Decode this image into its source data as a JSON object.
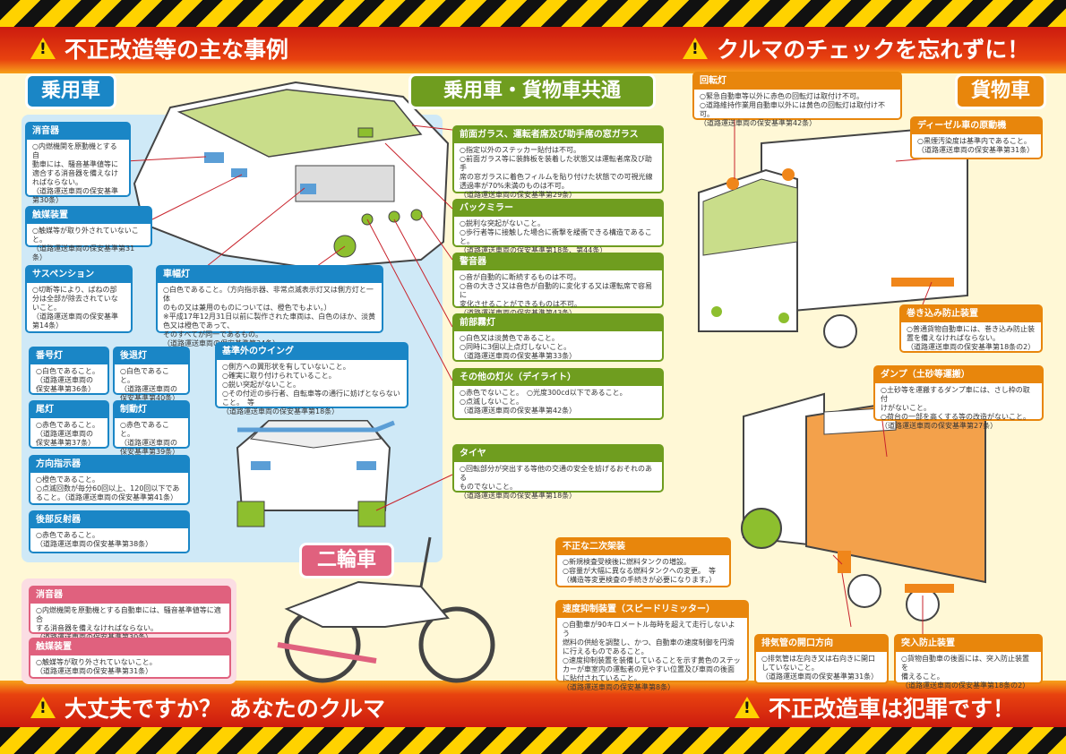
{
  "banners": {
    "top_left": "不正改造等の主な事例",
    "top_right": "クルマのチェックを忘れずに！",
    "bottom_left": "大丈夫ですか？ あなたのクルマ",
    "bottom_right": "不正改造車は犯罪です！",
    "warn_glyph": "!"
  },
  "categories": {
    "passenger": "乗用車",
    "common": "乗用車・貨物車共通",
    "truck": "貨物車",
    "motorcycle": "二輪車"
  },
  "passenger_items": [
    {
      "title": "消音器",
      "body": "○内燃機関を原動機とする自\n動車には、騒音基準値等に\n適合する消音器を備えなけ\nればならない。\n（道路運送車両の保安基準\n第30条）"
    },
    {
      "title": "触媒装置",
      "body": "○触媒等が取り外されていないこと。\n（道路運送車両の保安基準第31条）"
    },
    {
      "title": "サスペンション",
      "body": "○切断等により、ばねの部\n分は全部が除去されていな\nいこと。\n（道路運送車両の保安基準\n第14条）"
    },
    {
      "title": "車幅灯",
      "body": "○白色であること。（方向指示器、非常点滅表示灯又は側方灯と一体\nのもの又は兼用のものについては、橙色でもよい。）\n※平成17年12月31日以前に製作された車両は、白色のほか、淡黄色又は橙色であって、\nそのすべてが同一であるもの。\n（道路運送車両の保安基準第34条）"
    }
  ],
  "rear_items": [
    {
      "title": "番号灯",
      "body": "○白色であること。\n（道路運送車両の\n保安基準第36条）"
    },
    {
      "title": "後退灯",
      "body": "○白色であること。\n（道路運送車両の\n保安基準第40条）"
    },
    {
      "title": "尾灯",
      "body": "○赤色であること。\n（道路運送車両の\n保安基準第37条）"
    },
    {
      "title": "制動灯",
      "body": "○赤色であること。\n（道路運送車両の\n保安基準第39条）"
    },
    {
      "title": "方向指示器",
      "body": "○橙色であること。\n○点滅回数が毎分60回以上、120回以下であること。（道路運送車両の保安基準第41条）"
    },
    {
      "title": "後部反射器",
      "body": "○赤色であること。\n（道路運送車両の保安基準第38条）"
    }
  ],
  "wing": {
    "title": "基準外のウイング",
    "body": "○側方への翼形状を有していないこと。\n○確実に取り付けられていること。\n○鋭い突起がないこと。\n○その付近の歩行者、自転車等の通行に妨げとならないこと。　等\n（道路運送車両の保安基準第18条）"
  },
  "common_items": [
    {
      "title": "前面ガラス、運転者席及び助手席の窓ガラス",
      "body": "○指定以外のステッカー貼付は不可。\n○前面ガラス等に装飾板を装着した状態又は運転者席及び助手\n席の窓ガラスに着色フィルムを貼り付けた状態での可視光線\n透過率が70%未満のものは不可。\n（道路運送車両の保安基準第29条）"
    },
    {
      "title": "バックミラー",
      "body": "○鋭利な突起がないこと。\n○歩行者等に接触した場合に衝撃を緩衝できる構造であること。\n（道路運送車両の保安基準第18条、第44条）"
    },
    {
      "title": "警音器",
      "body": "○音が自動的に断続するものは不可。\n○音の大きさ又は音色が自動的に変化する又は運転席で容易に\n変化させることができるものは不可。\n（道路運送車両の保安基準第43条）"
    },
    {
      "title": "前部霧灯",
      "body": "○白色又は淡黄色であること。\n○同時に3個以上点灯しないこと。\n（道路運送車両の保安基準第33条）"
    },
    {
      "title": "その他の灯火（デイライト）",
      "body": "○赤色でないこと。　○光度300cd以下であること。\n○点滅しないこと。\n（道路運送車両の保安基準第42条）"
    },
    {
      "title": "タイヤ",
      "body": "○回転部分が突出する等他の交通の安全を妨げるおそれのある\nものでないこと。\n（道路運送車両の保安基準第18条）"
    }
  ],
  "truck_items": [
    {
      "title": "回転灯",
      "body": "○緊急自動車等以外に赤色の回転灯は取付け不可。\n○道路維持作業用自動車以外には黄色の回転灯は取付け不可。\n（道路運送車両の保安基準第42条）"
    },
    {
      "title": "ディーゼル車の原動機",
      "body": "○黒煙汚染度は基準内であること。\n（道路運送車両の保安基準第31条）"
    },
    {
      "title": "巻き込み防止装置",
      "body": "○普通貨物自動車には、巻き込み防止装\n置を備えなければならない。\n（道路運送車両の保安基準第18条の2）"
    },
    {
      "title": "ダンプ（土砂等運搬）",
      "body": "○土砂等を運搬するダンプ車には、さし枠の取付\nけがないこと。\n○荷台の一部を高くする等の改造がないこと。\n（道路運送車両の保安基準第27条）"
    },
    {
      "title": "不正な二次架装",
      "body": "○新規検査受検後に燃料タンクの増設。\n○容量が大幅に異なる燃料タンクへの変更。　等\n（構造等変更検査の手続きが必要になります。）"
    },
    {
      "title": "速度抑制装置（スピードリミッター）",
      "body": "○自動車が90キロメートル毎時を超えて走行しないよう\n燃料の供給を調整し、かつ、自動車の速度制御を円滑\nに行えるものであること。\n○速度抑制装置を装備していることを示す黄色のステッ\nカーが車室内の運転者の見やすい位置及び車両の後面\nに貼付されていること。\n（道路運送車両の保安基準第8条）"
    },
    {
      "title": "排気管の開口方向",
      "body": "○排気管は左向き又は右向きに開口\nしていないこと。\n（道路運送車両の保安基準第31条）"
    },
    {
      "title": "突入防止装置",
      "body": "○貨物自動車の後面には、突入防止装置を\n備えること。\n（道路運送車両の保安基準第18条の2）"
    }
  ],
  "motorcycle_items": [
    {
      "title": "消音器",
      "body": "○内燃機関を原動機とする自動車には、騒音基準値等に適合\nする消音器を備えなければならない。\n（道路運送車両の保安基準第30条）"
    },
    {
      "title": "触媒装置",
      "body": "○触媒等が取り外されていないこと。\n（道路運送車両の保安基準第31条）"
    }
  ]
}
